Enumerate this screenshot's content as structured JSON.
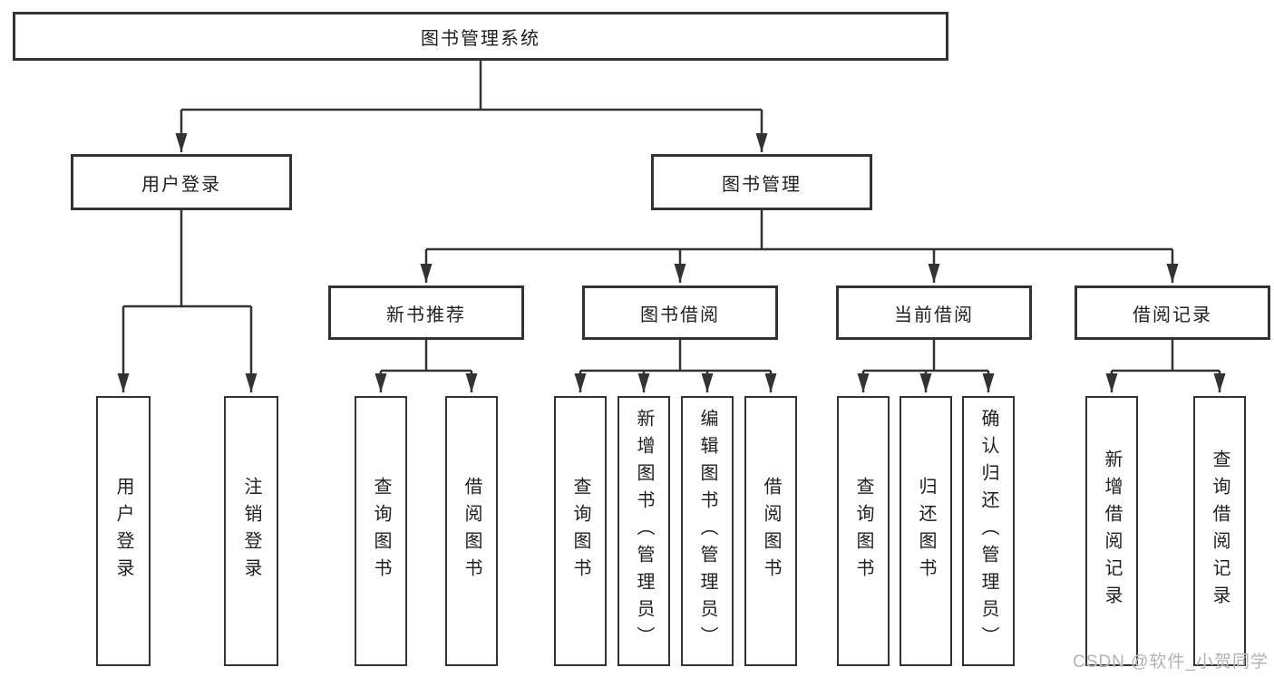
{
  "diagram": {
    "root": "图书管理系统",
    "user": {
      "label": "用户登录",
      "children": [
        "用户登录",
        "注销登录"
      ]
    },
    "management": {
      "label": "图书管理",
      "sections": [
        {
          "label": "新书推荐",
          "children": [
            "查询图书",
            "借阅图书"
          ]
        },
        {
          "label": "图书借阅",
          "children": [
            "查询图书",
            "新增图书（管理员）",
            "编辑图书（管理员）",
            "借阅图书"
          ]
        },
        {
          "label": "当前借阅",
          "children": [
            "查询图书",
            "归还图书",
            "确认归还（管理员）"
          ]
        },
        {
          "label": "借阅记录",
          "children": [
            "新增借阅记录",
            "查询借阅记录"
          ]
        }
      ]
    }
  },
  "watermark": "CSDN @软件_小贺同学",
  "colors": {
    "line": "#333333",
    "box_border": "#333333",
    "text": "#1f1f1f",
    "watermark": "#b3b3b3",
    "background": "#ffffff"
  }
}
